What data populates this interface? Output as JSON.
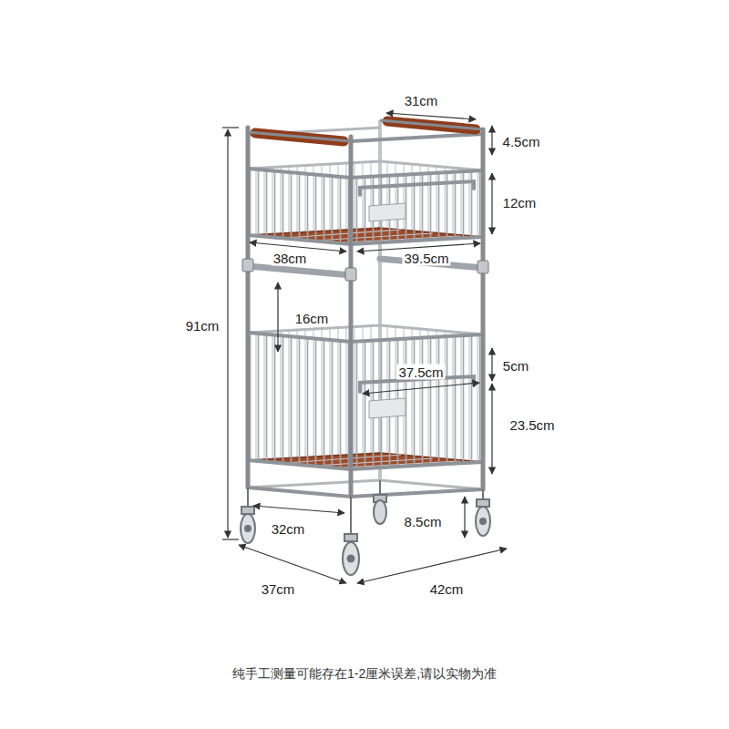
{
  "diagram": {
    "caption": "纯手工测量可能存在1-2厘米误差,请以实物为准",
    "labels": [
      "31cm",
      "4.5cm",
      "12cm",
      "38cm",
      "39.5cm",
      "91cm",
      "16cm",
      "37.5cm",
      "5cm",
      "23.5cm",
      "32cm",
      "8.5cm",
      "37cm",
      "42cm"
    ]
  }
}
